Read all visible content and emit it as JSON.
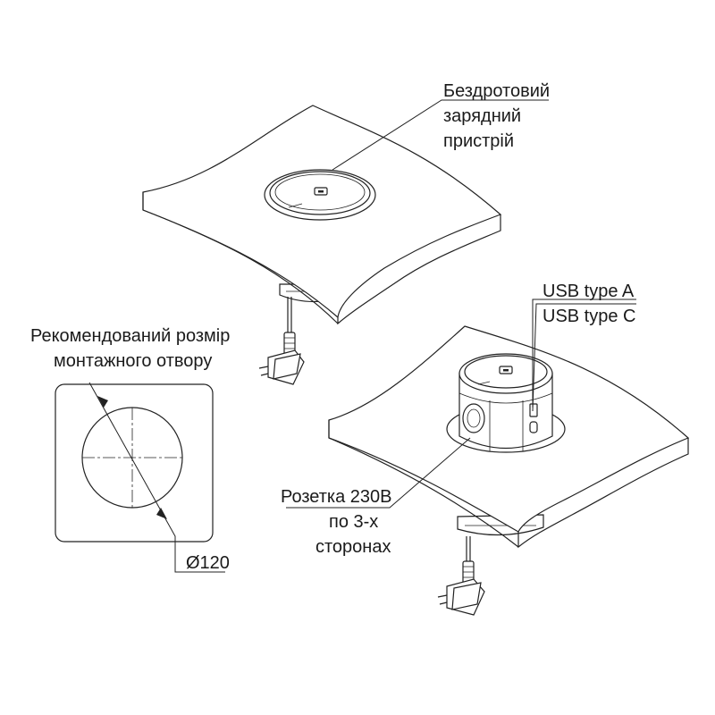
{
  "labels": {
    "wireless_line1": "Бездротовий",
    "wireless_line2": "зарядний",
    "wireless_line3": "пристрій",
    "usb_a": "USB type A",
    "usb_c": "USB type C",
    "socket_line1": "Розетка 230В",
    "socket_line2": "по 3-х",
    "socket_line3": "сторонах",
    "hole_line1": "Рекомендований розмір",
    "hole_line2": "монтажного отвору",
    "diameter": "Ø120"
  },
  "colors": {
    "stroke": "#222222",
    "background": "#ffffff"
  }
}
